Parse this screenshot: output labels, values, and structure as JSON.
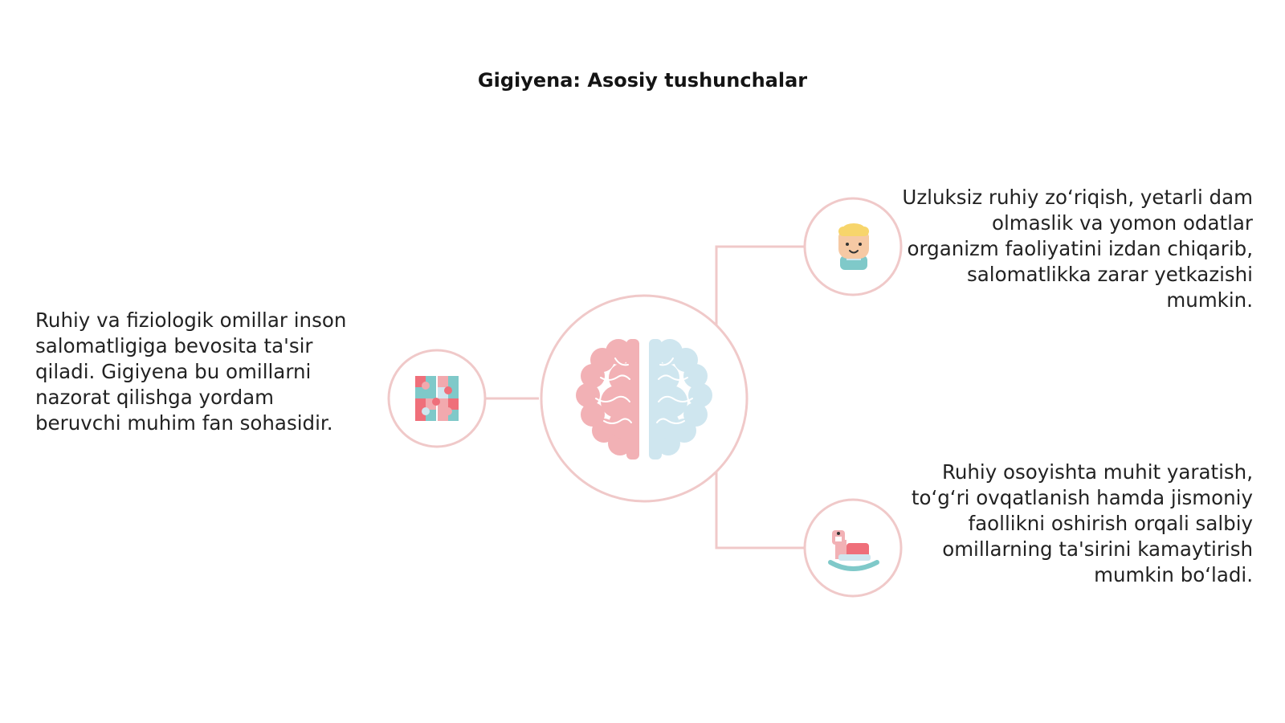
{
  "title": "Gigiyena: Asosiy tushunchalar",
  "nodes": {
    "left": {
      "icon": "puzzle-pieces-icon",
      "text": "Ruhiy va fiziologik omillar inson salomatligiga bevosita ta'sir qiladi. Gigiyena bu omillarni nazorat qilishga yordam beruvchi muhim fan sohasidir."
    },
    "center": {
      "icon": "brain-icon"
    },
    "right_top": {
      "icon": "tired-person-icon",
      "text": "Uzluksiz ruhiy zo‘riqish, yetarli dam olmaslik va yomon odatlar organizm faoliyatini izdan chiqarib, salomatlikka zarar yetkazishi mumkin."
    },
    "right_bottom": {
      "icon": "rocking-horse-icon",
      "text": "Ruhiy osoyishta muhit yaratish, to‘g‘ri ovqatlanish hamda jismoniy faollikni oshirish orqali salbiy omillarning ta'sirini kamaytirish mumkin bo‘ladi."
    }
  },
  "colors": {
    "connector": "#f0c9c9",
    "pink": "#f2a9ae",
    "red": "#ef6f7a",
    "blue": "#cfe6ef",
    "teal": "#7fc9c9",
    "skin": "#f6c9a4",
    "hair": "#f7d56b"
  }
}
